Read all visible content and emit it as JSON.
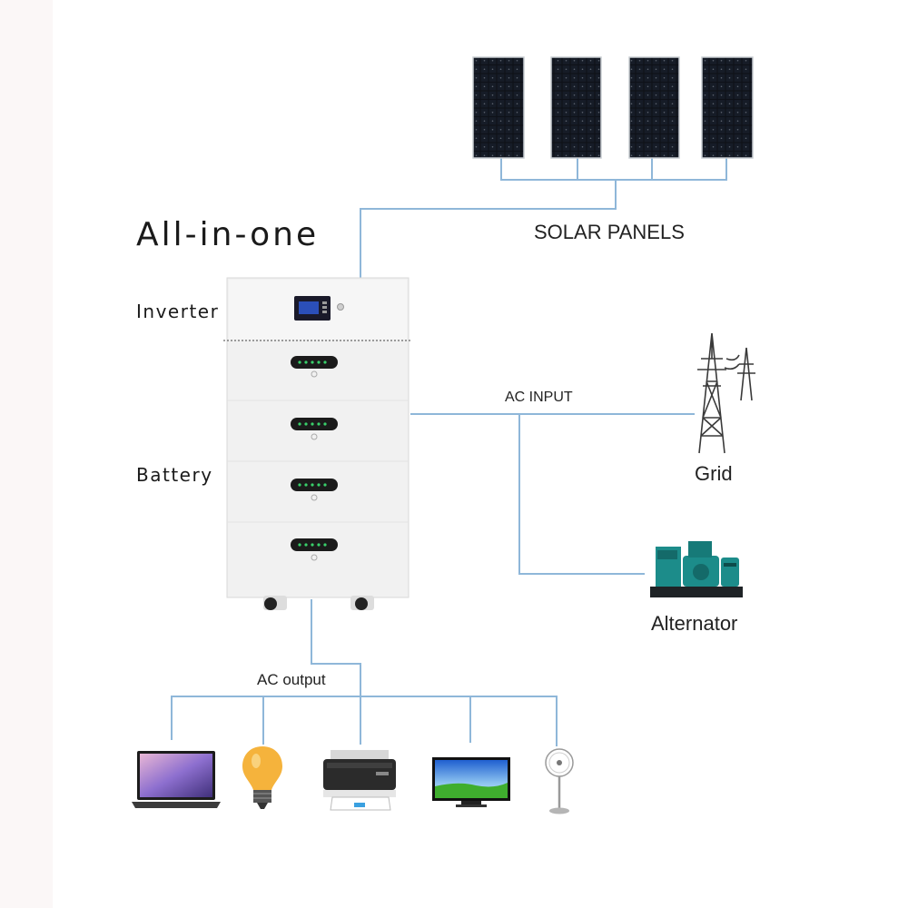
{
  "title": "All-in-one",
  "labels": {
    "inverter": "Inverter",
    "battery": "Battery",
    "solar_panels": "SOLAR PANELS",
    "ac_input": "AC INPUT",
    "grid": "Grid",
    "alternator": "Alternator",
    "ac_output": "AC output"
  },
  "colors": {
    "wire": "#8fb7d9",
    "panel": "#0d1016",
    "cabinet": "#f2f2f2",
    "generator": "#1c8c8a"
  },
  "icons": [
    "solar-panel-icon",
    "all-in-one-unit-icon",
    "power-tower-icon",
    "generator-icon",
    "laptop-icon",
    "light-bulb-icon",
    "printer-icon",
    "tv-icon",
    "fan-icon"
  ]
}
